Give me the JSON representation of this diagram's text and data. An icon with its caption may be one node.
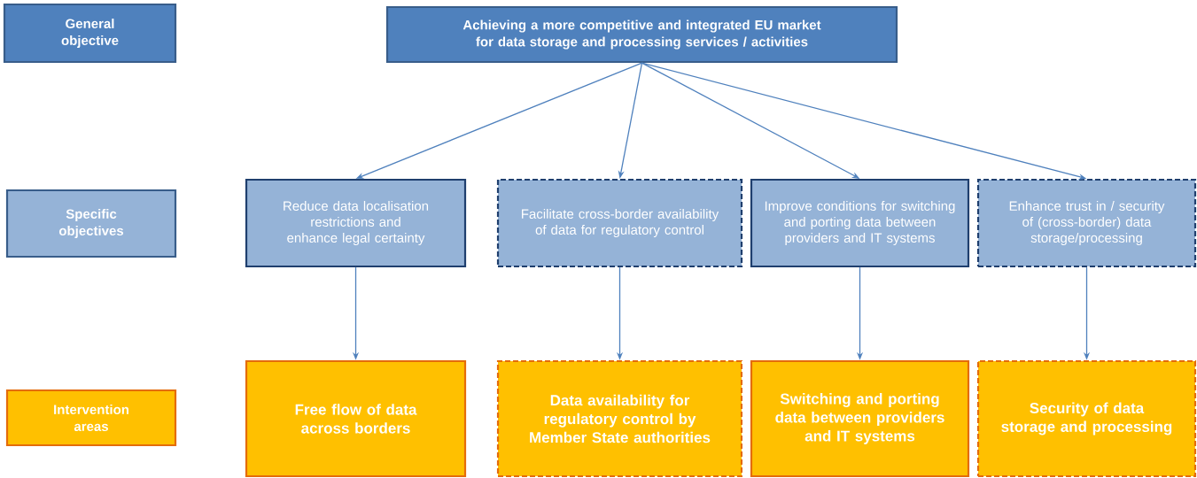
{
  "diagram": {
    "nodes": [
      {
        "text": [
          "General objective"
        ]
      },
      {
        "text": [
          "Achieving a more competitive and integrated EU market for data storage and processing services / activities"
        ]
      },
      {
        "text": [
          "Specific objectives"
        ]
      },
      {
        "text": [
          "Reduce data localisation restrictions and enhance legal certainty"
        ]
      },
      {
        "text": [
          "Facilitate cross-border availability of data for regulatory control"
        ]
      },
      {
        "text": [
          "Improve conditions for switching and porting data between providers and IT systems"
        ]
      },
      {
        "text": [
          "Enhance trust in / security of (cross-border) data storage/processing"
        ]
      },
      {
        "text": [
          "Intervention areas"
        ]
      },
      {
        "text": [
          "Free flow of data across borders"
        ]
      },
      {
        "text": [
          "Data availability for regulatory control by Member State authorities"
        ]
      },
      {
        "text": [
          "Switching and porting data between providers and IT systems"
        ]
      },
      {
        "text": [
          "Security of data storage and processing"
        ]
      }
    ],
    "edges": [
      {
        "from": 1,
        "to": 3,
        "arrow": "to"
      },
      {
        "from": 1,
        "to": 4,
        "arrow": "to"
      },
      {
        "from": 1,
        "to": 5,
        "arrow": "to"
      },
      {
        "from": 1,
        "to": 6,
        "arrow": "to"
      },
      {
        "from": 3,
        "to": 8,
        "arrow": "to"
      },
      {
        "from": 4,
        "to": 9,
        "arrow": "to"
      },
      {
        "from": 5,
        "to": 10,
        "arrow": "to"
      },
      {
        "from": 6,
        "to": 11,
        "arrow": "to"
      }
    ]
  }
}
